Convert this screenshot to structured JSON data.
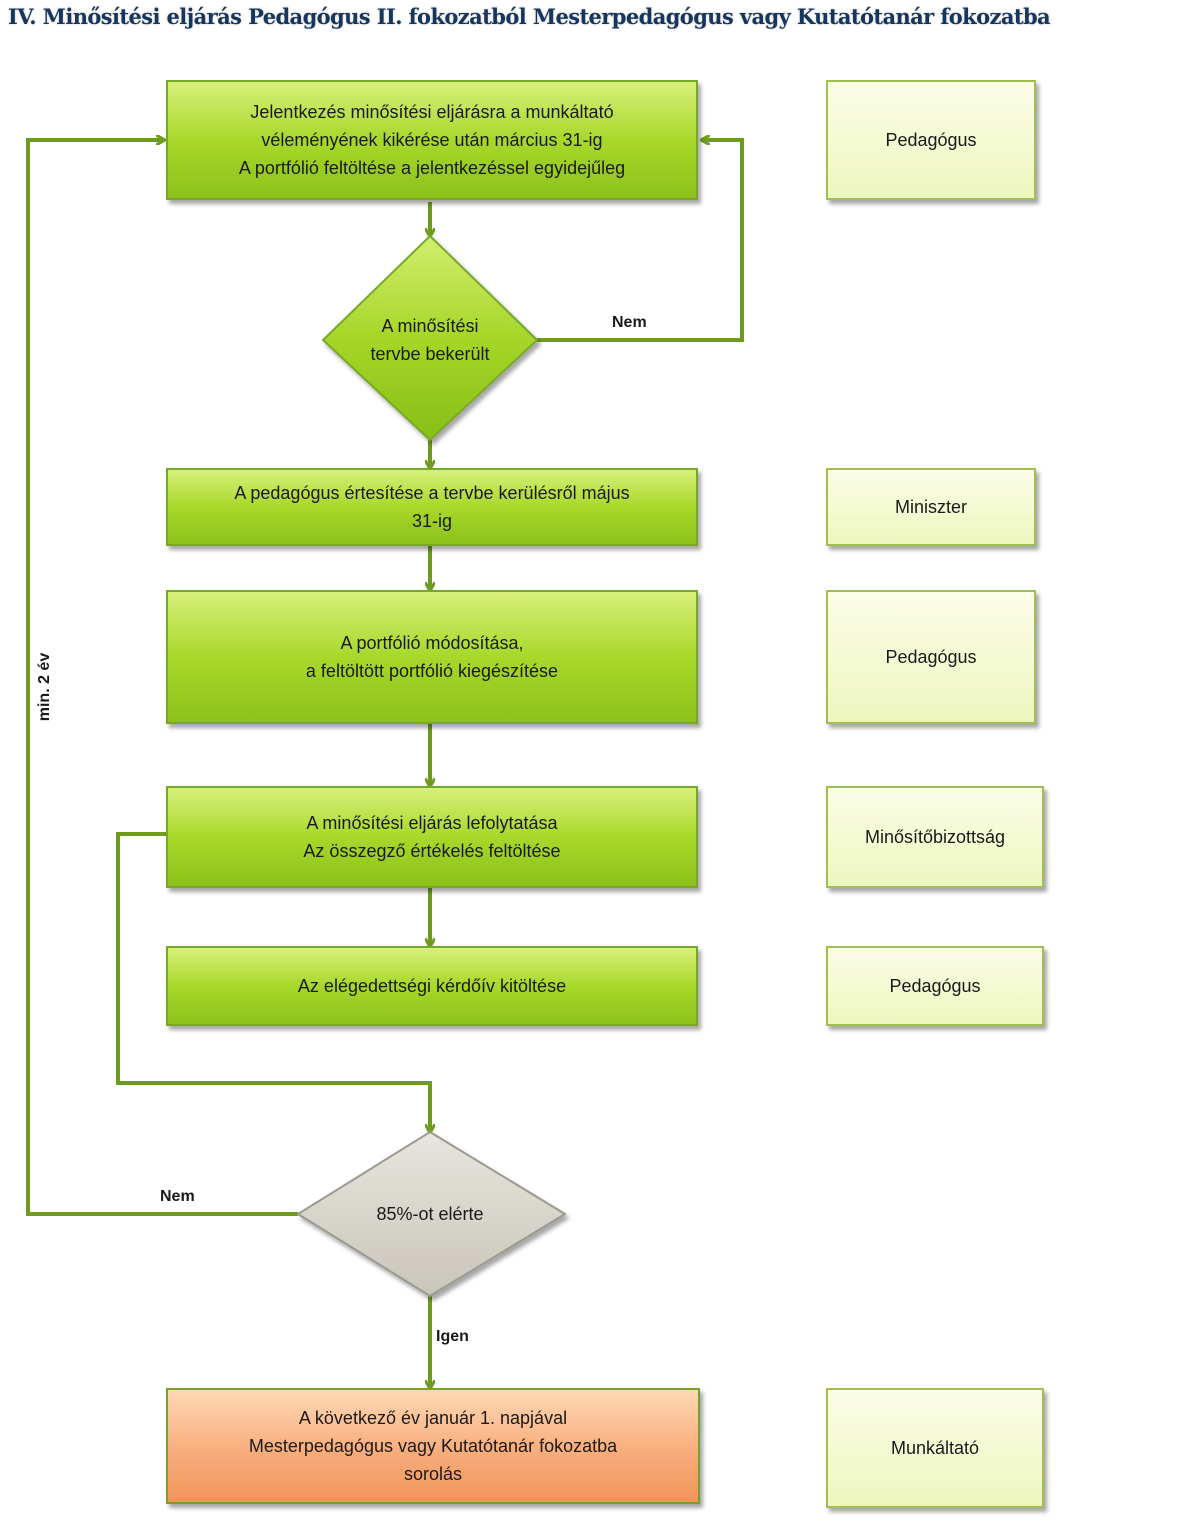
{
  "title": "IV. Minősítési eljárás Pedagógus II. fokozatból Mesterpedagógus vagy Kutatótanár fokozatba",
  "steps": {
    "s1": "Jelentkezés minősítési eljárásra a munkáltató\nvéleményének kikérése után március 31-ig\nA portfólió feltöltése a jelentkezéssel egyidejűleg",
    "d1": "A minősítési\ntervbe bekerült",
    "s2": "A pedagógus értesítése a tervbe kerülésről május\n31-ig",
    "s3": "A portfólió módosítása,\na feltöltött portfólió kiegészítése",
    "s4": "A minősítési eljárás lefolytatása\nAz összegző értékelés feltöltése",
    "s5": "Az elégedettségi kérdőív kitöltése",
    "d2": "85%-ot elérte",
    "s6": "A következő év január 1. napjával\nMesterpedagógus vagy Kutatótanár fokozatba\nsorolás"
  },
  "roles": {
    "r1": "Pedagógus",
    "r2": "Miniszter",
    "r3": "Pedagógus",
    "r4": "Minősítőbizottság",
    "r5": "Pedagógus",
    "r6": "Munkáltató"
  },
  "labels": {
    "nem1": "Nem",
    "nem2": "Nem",
    "igen": "Igen",
    "min2ev": "min. 2 év"
  },
  "colors": {
    "process_green": "#9ccf22",
    "line_green": "#6f9c1e",
    "decision_gray": "#d4d0c8",
    "final_orange": "#f6a571",
    "role_cream": "#f3f8d2"
  }
}
